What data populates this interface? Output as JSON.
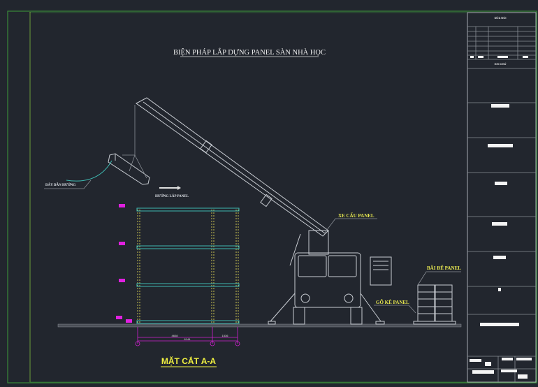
{
  "drawing": {
    "title": "BIỆN PHÁP LẮP DỰNG PANEL SÀN NHÀ HỌC",
    "section_title": "MẶT CẮT A-A",
    "labels": {
      "guide_rope": "DÂY DẪN HƯỚNG",
      "install_direction": "HƯỚNG LẮP PANEL",
      "crane": "XE CẨU PANEL",
      "panel_yard": "BÃI ĐỂ PANEL",
      "wood_support": "GỖ KÊ PANEL"
    },
    "dimensions": {
      "span_1": "4608",
      "span_2": "1536",
      "total": "6144"
    },
    "colors": {
      "background": "#22262e",
      "frame": "#3a8a3a",
      "label": "#e8e850",
      "dimension": "#d020d0"
    }
  },
  "title_block": {
    "revision_header": "SỬA ĐỔI",
    "notes_header": "GHI CHÚ"
  }
}
